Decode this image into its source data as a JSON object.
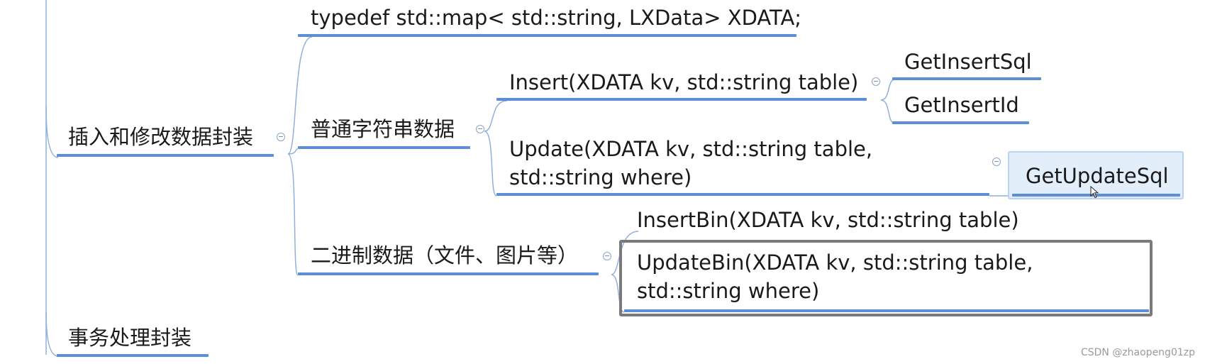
{
  "nodes": {
    "insert_modify": "插入和修改数据封装",
    "transaction": "事务处理封装",
    "typedef": "typedef std::map< std::string, LXData> XDATA;",
    "plain_string": "普通字符串数据",
    "binary": "二进制数据（文件、图片等）",
    "insert": "Insert(XDATA  kv, std::string table)",
    "update": "Update(XDATA kv, std::string table, std::string where)",
    "get_insert_sql": "GetInsertSql",
    "get_insert_id": "GetInsertId",
    "get_update_sql": "GetUpdateSql",
    "insert_bin": "InsertBin(XDATA kv, std::string table)",
    "update_bin": "UpdateBin(XDATA kv, std::string table, std::string where)"
  },
  "watermark": "CSDN @zhaopeng01zp",
  "colors": {
    "underline": "#5b8ed6",
    "connector": "#8fb0dc",
    "highlight_fill": "#e3eefb",
    "selection_border": "#7a7a7a"
  }
}
